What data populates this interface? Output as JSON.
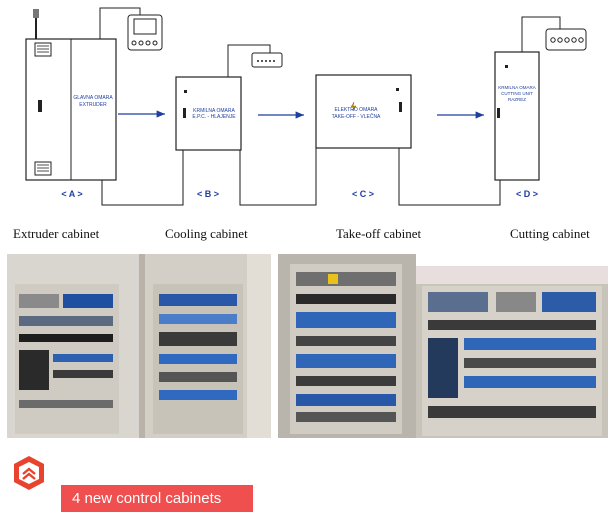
{
  "cabinets": [
    {
      "id": "A",
      "label": "< A >",
      "panel_text_1": "GLAVNA OMARA",
      "panel_text_2": "EXTRUDER",
      "caption": "Extruder cabinet"
    },
    {
      "id": "B",
      "label": "< B >",
      "panel_text_1": "KRMILNA OMARA",
      "panel_text_2": "E.P.C. - HLAJENJE",
      "caption": "Cooling cabinet"
    },
    {
      "id": "C",
      "label": "< C >",
      "panel_text_1": "ELEKTRO OMARA",
      "panel_text_2": "TAKE-OFF - VLEČNA",
      "caption": "Take-off cabinet"
    },
    {
      "id": "D",
      "label": "< D >",
      "panel_text_1": "KRMILNA OMARA",
      "panel_text_2": "CUTTING UNIT",
      "panel_text_3": "RAZREZ",
      "caption": "Cutting cabinet"
    }
  ],
  "footer": {
    "banner_text": "4 new control cabinets"
  },
  "colors": {
    "line": "#1a1a1a",
    "arrow": "#1f3f9f",
    "label": "#1f3f9f",
    "banner": "#ef4f4f",
    "logo": "#e8432e"
  }
}
